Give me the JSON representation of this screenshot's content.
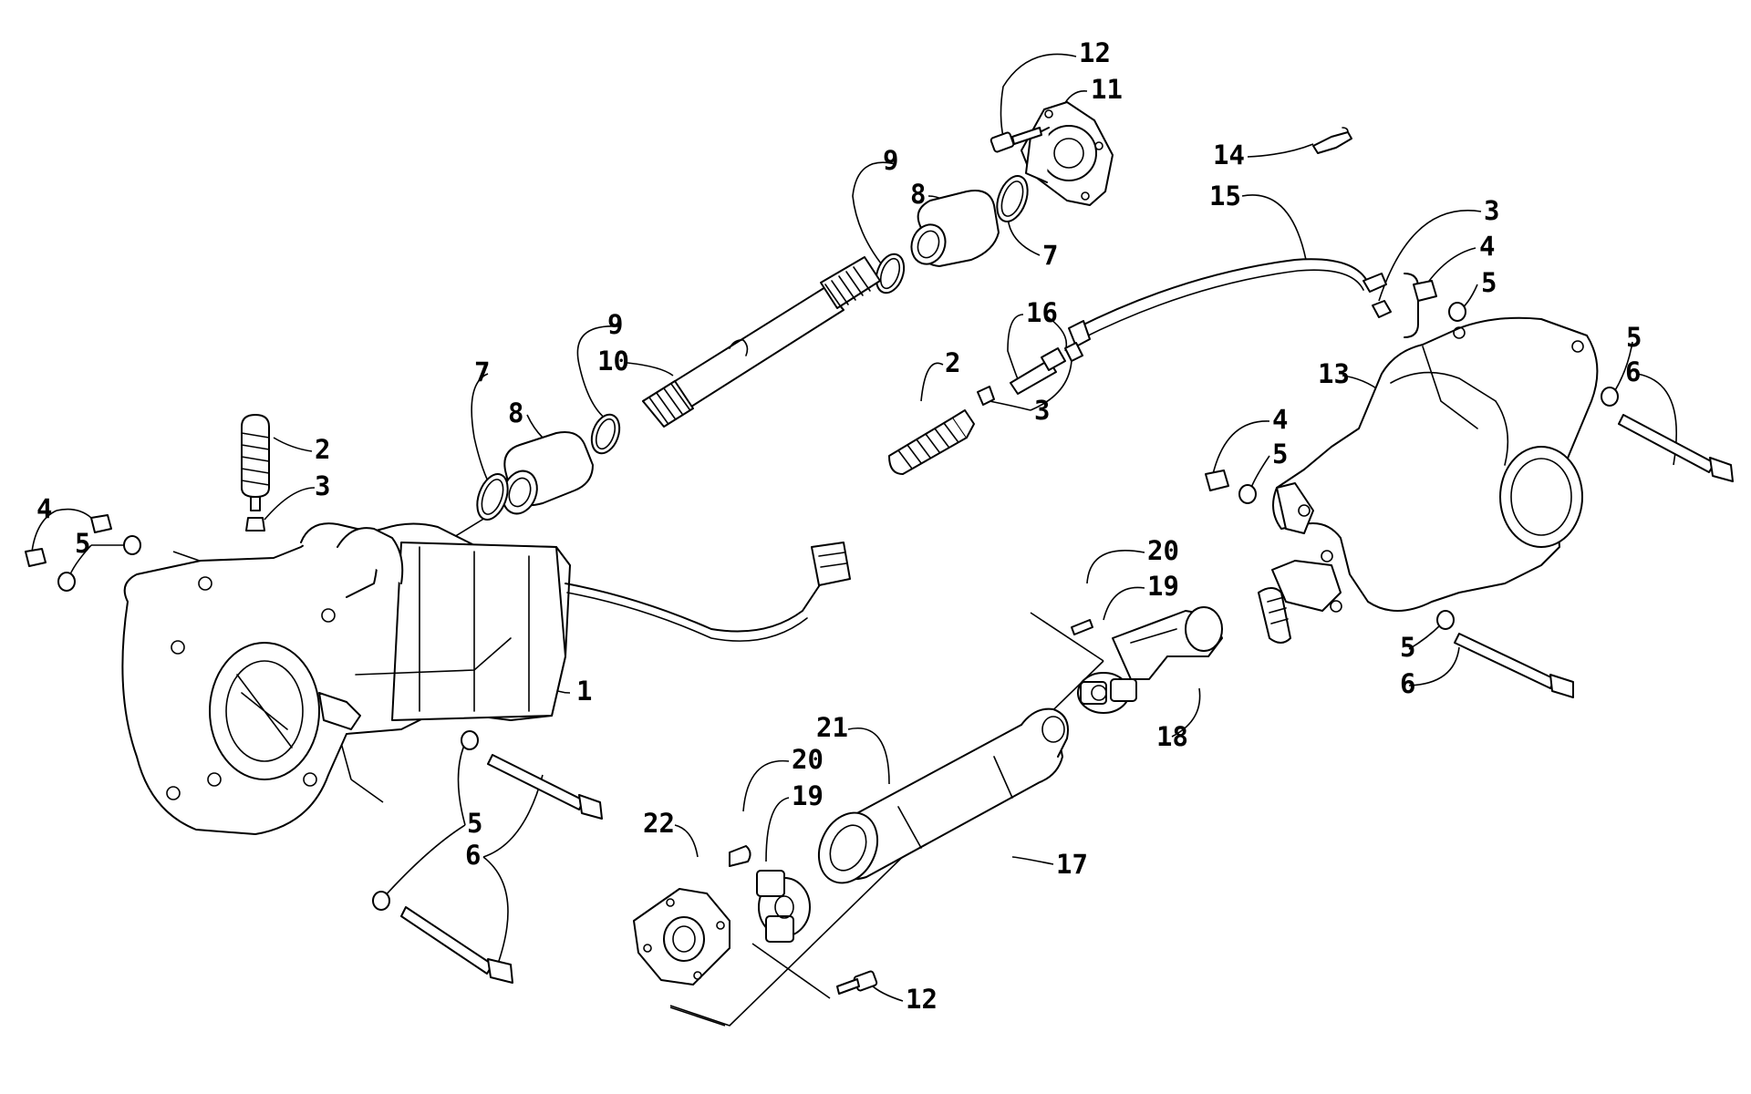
{
  "callouts": [
    {
      "id": "c12a",
      "label": "12"
    },
    {
      "id": "c11",
      "label": "11"
    },
    {
      "id": "c9a",
      "label": "9"
    },
    {
      "id": "c8a",
      "label": "8"
    },
    {
      "id": "c7a",
      "label": "7"
    },
    {
      "id": "c14",
      "label": "14"
    },
    {
      "id": "c15",
      "label": "15"
    },
    {
      "id": "c3a",
      "label": "3"
    },
    {
      "id": "c4a",
      "label": "4"
    },
    {
      "id": "c5a",
      "label": "5"
    },
    {
      "id": "c9b",
      "label": "9"
    },
    {
      "id": "c10",
      "label": "10"
    },
    {
      "id": "c16",
      "label": "16"
    },
    {
      "id": "c2a",
      "label": "2"
    },
    {
      "id": "c7b",
      "label": "7"
    },
    {
      "id": "c8b",
      "label": "8"
    },
    {
      "id": "c3b",
      "label": "3"
    },
    {
      "id": "c13",
      "label": "13"
    },
    {
      "id": "c5b",
      "label": "5"
    },
    {
      "id": "c6a",
      "label": "6"
    },
    {
      "id": "c2b",
      "label": "2"
    },
    {
      "id": "c3c",
      "label": "3"
    },
    {
      "id": "c4b",
      "label": "4"
    },
    {
      "id": "c5c",
      "label": "5"
    },
    {
      "id": "c4c",
      "label": "4"
    },
    {
      "id": "c5d",
      "label": "5"
    },
    {
      "id": "c20a",
      "label": "20"
    },
    {
      "id": "c19a",
      "label": "19"
    },
    {
      "id": "c1",
      "label": "1"
    },
    {
      "id": "c5e",
      "label": "5"
    },
    {
      "id": "c6b",
      "label": "6"
    },
    {
      "id": "c18",
      "label": "18"
    },
    {
      "id": "c21",
      "label": "21"
    },
    {
      "id": "c20b",
      "label": "20"
    },
    {
      "id": "c19b",
      "label": "19"
    },
    {
      "id": "c22",
      "label": "22"
    },
    {
      "id": "c5f",
      "label": "5"
    },
    {
      "id": "c6c",
      "label": "6"
    },
    {
      "id": "c17",
      "label": "17"
    },
    {
      "id": "c12b",
      "label": "12"
    }
  ]
}
